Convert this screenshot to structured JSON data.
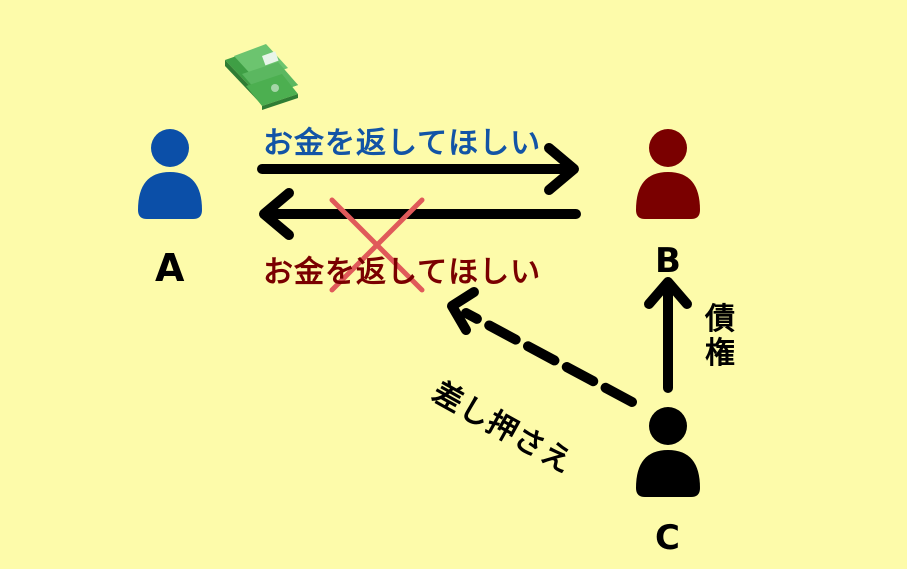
{
  "persons": {
    "a": {
      "name": "A",
      "color": "#0b4fa8"
    },
    "b": {
      "name": "B",
      "color": "#7a0000"
    },
    "c": {
      "name": "C",
      "color": "#000000"
    }
  },
  "labels": {
    "a_to_b": "お金を返してほしい",
    "b_to_a": "お金を返してほしい",
    "c_to_b": "債権",
    "c_to_a": "差し押さえ"
  },
  "icons": [
    "person-icon",
    "money-icon",
    "cross-mark-icon"
  ],
  "colors": {
    "background": "#fdfbaa",
    "top_label": "#1254a6",
    "bottom_label": "#7a0000",
    "cross": "#e05a5a",
    "money": "#4caf50"
  }
}
